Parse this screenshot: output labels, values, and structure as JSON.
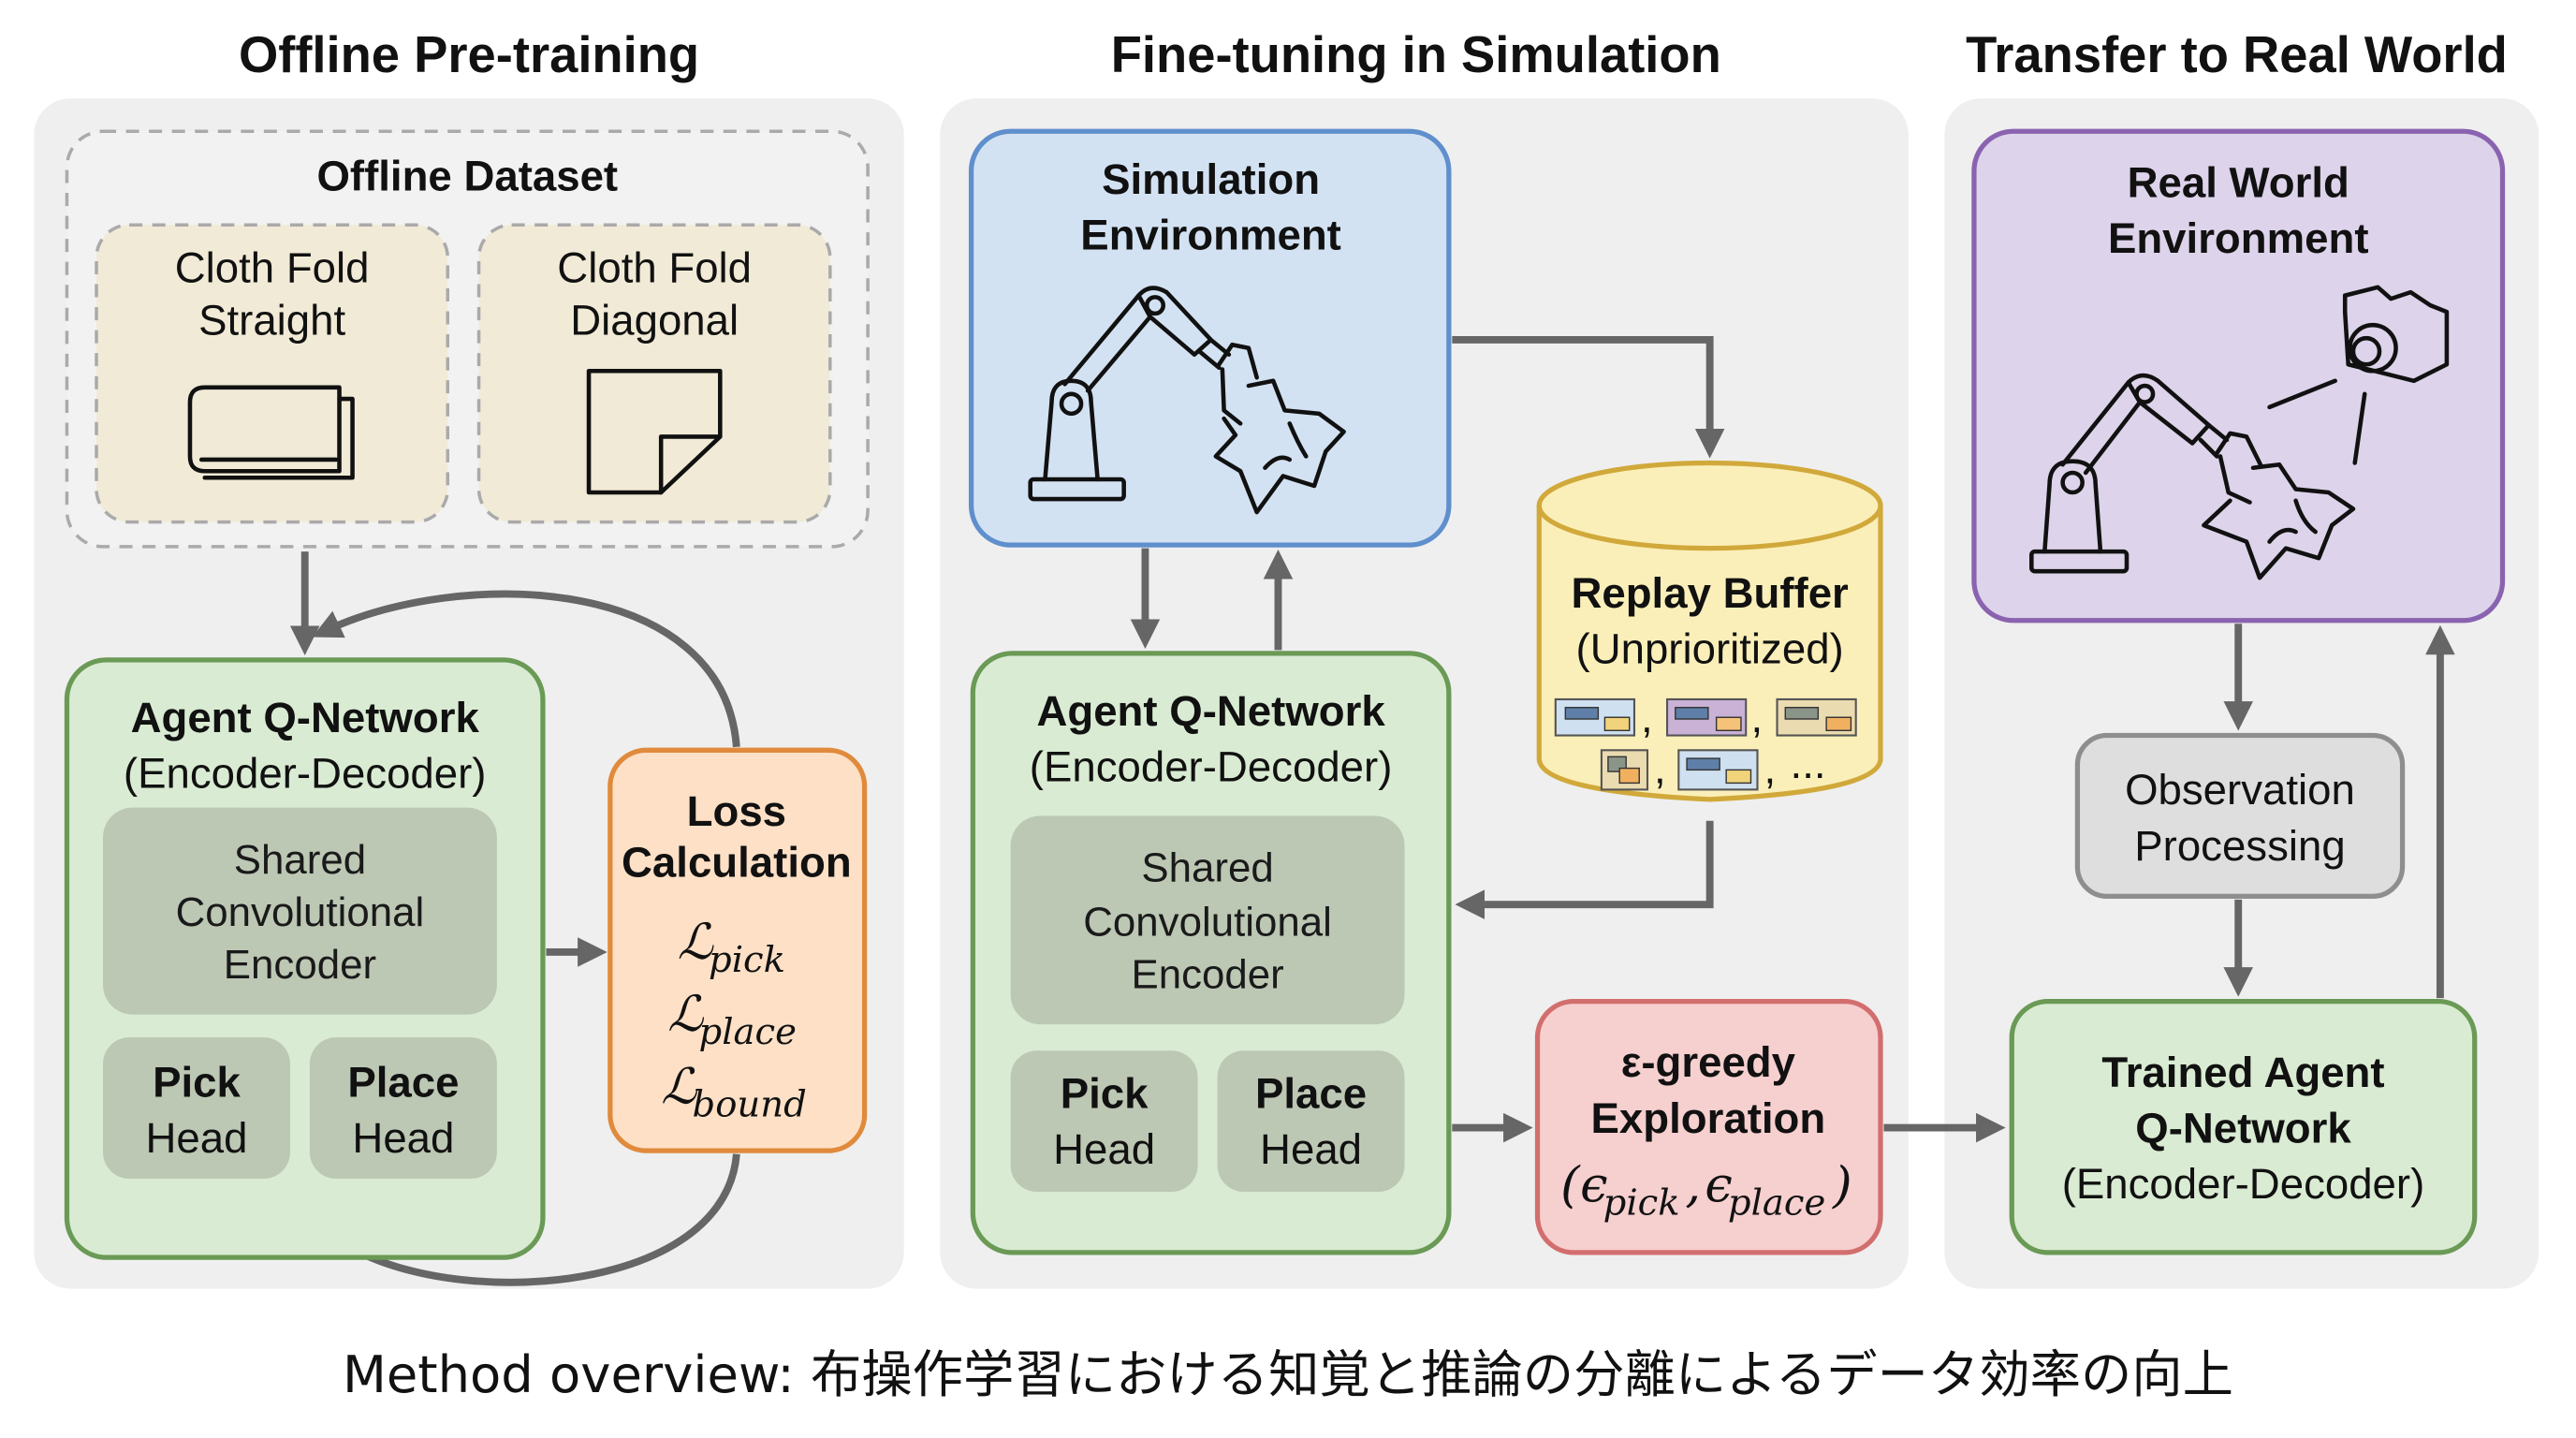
{
  "sections": {
    "offline": {
      "title": "Offline Pre-training"
    },
    "finetune": {
      "title": "Fine-tuning in Simulation"
    },
    "transfer": {
      "title": "Transfer to Real World"
    }
  },
  "offline": {
    "dataset": {
      "title": "Offline Dataset",
      "items": [
        {
          "line1": "Cloth Fold",
          "line2": "Straight",
          "icon": "folded-cloth-icon"
        },
        {
          "line1": "Cloth Fold",
          "line2": "Diagonal",
          "icon": "diagonal-fold-icon"
        }
      ]
    },
    "agent": {
      "title": "Agent Q-Network",
      "subtitle": "(Encoder-Decoder)",
      "encoder": [
        "Shared",
        "Convolutional",
        "Encoder"
      ],
      "pick_head": {
        "bold": "Pick",
        "reg": "Head"
      },
      "place_head": {
        "bold": "Place",
        "reg": "Head"
      }
    },
    "loss": {
      "title1": "Loss",
      "title2": "Calculation",
      "symbol": "ℒ",
      "terms": [
        "pick",
        "place",
        "bound"
      ]
    }
  },
  "finetune": {
    "sim_env": {
      "line1": "Simulation",
      "line2": "Environment",
      "icon": "robot-arm-cloth-icon"
    },
    "agent": {
      "title": "Agent Q-Network",
      "subtitle": "(Encoder-Decoder)",
      "encoder": [
        "Shared",
        "Convolutional",
        "Encoder"
      ],
      "pick_head": {
        "bold": "Pick",
        "reg": "Head"
      },
      "place_head": {
        "bold": "Place",
        "reg": "Head"
      }
    },
    "replay": {
      "title": "Replay Buffer",
      "subtitle": "(Unprioritized)",
      "ellipsis": "...",
      "sep": ","
    },
    "explore": {
      "title1": "ε-greedy",
      "title2": "Exploration",
      "eps": "ϵ",
      "sub1": "pick",
      "sub2": "place"
    }
  },
  "transfer": {
    "real_env": {
      "line1": "Real World",
      "line2": "Environment",
      "icon": "robot-arm-camera-icon"
    },
    "obs": {
      "line1": "Observation",
      "line2": "Processing"
    },
    "trained": {
      "line1": "Trained Agent",
      "line2": "Q-Network",
      "line3": "(Encoder-Decoder)"
    }
  },
  "caption": "Method overview: 布操作学習における知覚と推論の分離によるデータ効率の向上",
  "colors": {
    "green_fill": "#d9ebd2",
    "green_stroke": "#6a9a55",
    "grey_inner": "#bcc7b4",
    "orange_fill": "#fde0c6",
    "orange_stroke": "#e08a3c",
    "blue_fill": "#d3e2f2",
    "blue_stroke": "#5f8fcc",
    "yellow_fill": "#fbefb9",
    "yellow_stroke": "#d1a93b",
    "red_fill": "#f6cfcf",
    "red_stroke": "#d36e6e",
    "purple_fill": "#ddd3ea",
    "purple_stroke": "#8a63b0",
    "obs_fill": "#dedede",
    "obs_stroke": "#8e8e8e",
    "dataset_fill": "#f1ead6"
  }
}
